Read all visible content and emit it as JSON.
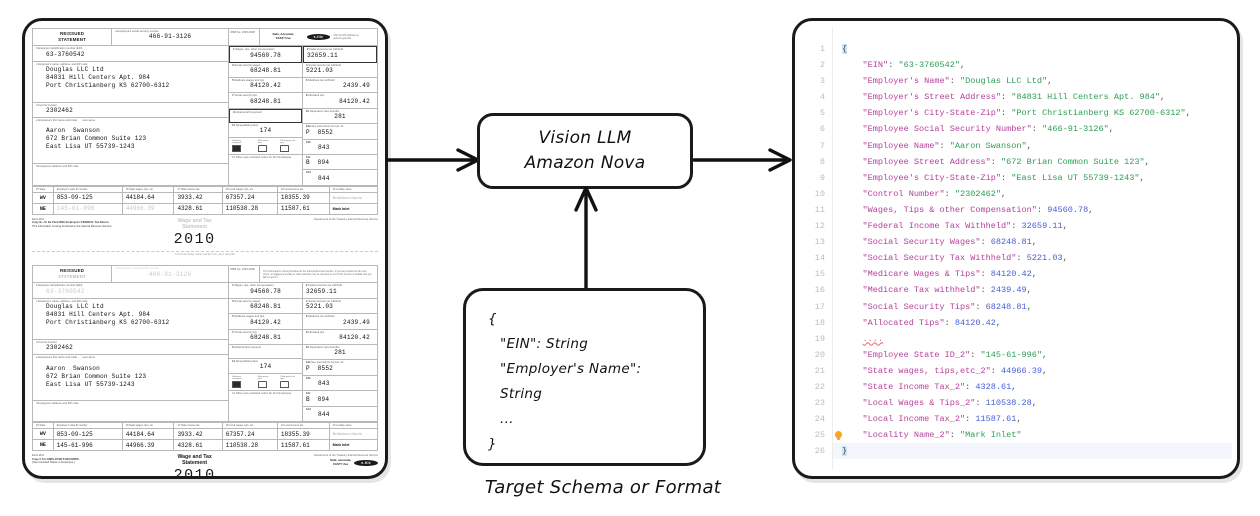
{
  "document_panel": {
    "name": "W-2 Wage and Tax Statement",
    "cut_line": "Cut here  Keep lower portion for your records",
    "header": {
      "reissued": "REISSUED",
      "statement": "STATEMENT",
      "ssn_label": "a Employee's social security number",
      "ssn_value": "466-91-3126",
      "omb_label": "OMB No. 1545-0008",
      "safe": "Safe, Accurate,",
      "fast": "FAST! Use",
      "efile": "e-file",
      "irs_note": "Visit the IRS Website at www.irs.gov/efile",
      "privacy_note": "This information is being furnished to the Internal Revenue Service. If you are required to file a tax return, a negligence penalty or other sanction may be imposed on you if this income is taxable and you fail to report it."
    },
    "left_fields": [
      {
        "label": "b Employer identification number (EIN)",
        "value": "63-3760542",
        "indent": false
      },
      {
        "label": "c Employer's name, address, and ZIP code",
        "value": "",
        "indent": false
      }
    ],
    "employer": {
      "label": "c Employer's name, address, and ZIP code",
      "name": "Douglas LLC Ltd",
      "street": "84831 Hill Centers Apt. 984",
      "citystatezip": "Port Christianberg KS 62700-6312"
    },
    "control": {
      "label": "d Control number",
      "value": "2302462"
    },
    "employee": {
      "label": "e Employee's first name and initial",
      "label2": "Last name",
      "first": "Aaron",
      "last": "Swanson",
      "street": "672 Brian Common Suite 123",
      "citystatezip": "East Lisa UT 55739-1243",
      "addr_label": "f Employee's address and ZIP code"
    },
    "boxes": [
      {
        "num": "1",
        "label": "Wages, tips, other compensation",
        "value": "94560.78",
        "highlight": true
      },
      {
        "num": "2",
        "label": "Federal income tax withheld",
        "value": "32659.11",
        "highlight": true
      },
      {
        "num": "3",
        "label": "Social security wages",
        "value": "68248.81",
        "highlight": false
      },
      {
        "num": "4",
        "label": "Social security tax withheld",
        "value": "5221.03",
        "highlight": false
      },
      {
        "num": "5",
        "label": "Medicare wages and tips",
        "value": "84120.42",
        "highlight": false
      },
      {
        "num": "6",
        "label": "Medicare tax withheld",
        "value": "2439.49",
        "highlight": false
      },
      {
        "num": "7",
        "label": "Social security tips",
        "value": "68248.81",
        "highlight": false
      },
      {
        "num": "8",
        "label": "Allocated tips",
        "value": "84120.42",
        "highlight": false
      },
      {
        "num": "9",
        "label": "Advance EIC payment",
        "value": "",
        "highlight": true
      },
      {
        "num": "10",
        "label": "Dependent care benefits",
        "value": "281",
        "highlight": false
      },
      {
        "num": "11",
        "label": "Nonqualified plans",
        "value": "174",
        "highlight": false
      },
      {
        "num": "12a",
        "label": "See instructions for box 12",
        "value": "8552",
        "code": "P",
        "highlight": false
      },
      {
        "num": "12b",
        "label": "",
        "value": "843",
        "code": "",
        "highlight": false
      },
      {
        "num": "12c",
        "label": "",
        "value": "894",
        "code": "B",
        "highlight": false
      },
      {
        "num": "12d",
        "label": "",
        "value": "844",
        "code": "",
        "highlight": false
      }
    ],
    "box13": {
      "label": "13 Statutory employee / Retirement plan / Third-party sick pay",
      "items": [
        "Statutory employee",
        "Retirement plan",
        "Third-party sick pay"
      ]
    },
    "box14": {
      "label": "14 Other (see enclosed notice for W-2 Employee)"
    },
    "state_table": {
      "headers": [
        "15 State",
        "Employer's state ID number",
        "16 State wages, tips, etc.",
        "17 State income tax",
        "18 Local wages, tips, etc.",
        "19 Local income tax",
        "20 Locality name"
      ],
      "rows": [
        {
          "state": "WV",
          "employer_state_id": "853-09-125",
          "state_wages": "44184.64",
          "state_tax": "3933.42",
          "local_wages": "67357.24",
          "local_tax": "18355.39",
          "locality": "Britanicus Norris"
        },
        {
          "state": "NE",
          "employer_state_id": "145-61-996",
          "state_wages": "44966.39",
          "state_tax": "4328.61",
          "local_wages": "110538.28",
          "local_tax": "11587.61",
          "locality": "Mark Inlet"
        }
      ]
    },
    "footer": {
      "title_line1": "Wage and Tax",
      "title_line2": "Statement",
      "year": "2010",
      "form_no": "Form W-2",
      "copy_b": "Copy B—To Be Filed With Employee's FEDERAL Tax Return.",
      "copy_b2": "This information is being furnished to the Internal Revenue Service.",
      "copy_c": "Copy C For EMPLOYEE'S RECORDS.",
      "copy_c2": "(See enclosed Notice to Employee.)",
      "dept": "Department of the Treasury-Internal Revenue Service",
      "safe": "Safe, accurate,",
      "fast": "FAST! Use",
      "efile": "e-file"
    }
  },
  "model_box": {
    "line1": "Vision LLM",
    "line2": "Amazon Nova"
  },
  "schema_box": {
    "open_brace": "{",
    "lines": [
      "\"EIN\": String",
      "\"Employer's Name\": String",
      "..."
    ],
    "close_brace": "}",
    "caption": "Target Schema or Format"
  },
  "code_panel": {
    "language": "json",
    "colors": {
      "key": "#b5419a",
      "string": "#2e9e55",
      "number": "#4a5ed6",
      "punctuation": "#4a4a4a",
      "line_number": "#bdbdbd",
      "active_line_bg": "#f3f6fb",
      "brace_match_bg": "#cfe4f5",
      "bulb": "#f5a623"
    },
    "lines": [
      {
        "n": 1,
        "type": "brace-open",
        "text": "{"
      },
      {
        "n": 2,
        "type": "pair",
        "key": "EIN",
        "value": "63-3760542",
        "kind": "string"
      },
      {
        "n": 3,
        "type": "pair",
        "key": "Employer's Name",
        "value": "Douglas LLC Ltd",
        "kind": "string"
      },
      {
        "n": 4,
        "type": "pair",
        "key": "Employer's Street Address",
        "value": "84831 Hill Centers Apt. 984",
        "kind": "string"
      },
      {
        "n": 5,
        "type": "pair",
        "key": "Employer's City-State-Zip",
        "value": "Port Christianberg KS 62700-6312",
        "kind": "string"
      },
      {
        "n": 6,
        "type": "pair",
        "key": "Employee Social Security Number",
        "value": "466-91-3126",
        "kind": "string"
      },
      {
        "n": 7,
        "type": "pair",
        "key": "Employee Name",
        "value": "Aaron Swanson",
        "kind": "string"
      },
      {
        "n": 8,
        "type": "pair",
        "key": "Employee Street Address",
        "value": "672 Brian Common Suite 123",
        "kind": "string"
      },
      {
        "n": 9,
        "type": "pair",
        "key": "Employee's City-State-Zip",
        "value": "East Lisa UT 55739-1243",
        "kind": "string"
      },
      {
        "n": 10,
        "type": "pair",
        "key": "Control Number",
        "value": "2302462",
        "kind": "string"
      },
      {
        "n": 11,
        "type": "pair",
        "key": "Wages, Tips & other Compensation",
        "value": "94560.78",
        "kind": "number"
      },
      {
        "n": 12,
        "type": "pair",
        "key": "Federal Income Tax Withheld",
        "value": "32659.11",
        "kind": "number"
      },
      {
        "n": 13,
        "type": "pair",
        "key": "Social Security Wages",
        "value": "68248.81",
        "kind": "number"
      },
      {
        "n": 14,
        "type": "pair",
        "key": "Social Security Tax Withheld",
        "value": "5221.03",
        "kind": "number"
      },
      {
        "n": 15,
        "type": "pair",
        "key": "Medicare Wages & Tips",
        "value": "84120.42",
        "kind": "number"
      },
      {
        "n": 16,
        "type": "pair",
        "key": "Medicare Tax withheld",
        "value": "2439.49",
        "kind": "number"
      },
      {
        "n": 17,
        "type": "pair",
        "key": "Social Security Tips",
        "value": "68248.81",
        "kind": "number"
      },
      {
        "n": 18,
        "type": "pair",
        "key": "Allocated Tips",
        "value": "84120.42",
        "kind": "number"
      },
      {
        "n": 19,
        "type": "ellipsis",
        "text": "...."
      },
      {
        "n": 20,
        "type": "pair",
        "key": "Employee State ID_2",
        "value": "145-61-996",
        "kind": "string"
      },
      {
        "n": 21,
        "type": "pair",
        "key": "State wages, tips,etc_2",
        "value": "44966.39",
        "kind": "number"
      },
      {
        "n": 22,
        "type": "pair",
        "key": "State Income Tax_2",
        "value": "4328.61",
        "kind": "number"
      },
      {
        "n": 23,
        "type": "pair",
        "key": "Local Wages & Tips_2",
        "value": "110538.28",
        "kind": "number"
      },
      {
        "n": 24,
        "type": "pair",
        "key": "Local Income Tax_2",
        "value": "11587.61",
        "kind": "number"
      },
      {
        "n": 25,
        "type": "pair-last",
        "key": "Locality Name_2",
        "value": "Mark Inlet",
        "kind": "string",
        "bulb": true
      },
      {
        "n": 26,
        "type": "brace-close",
        "text": "}"
      }
    ]
  }
}
